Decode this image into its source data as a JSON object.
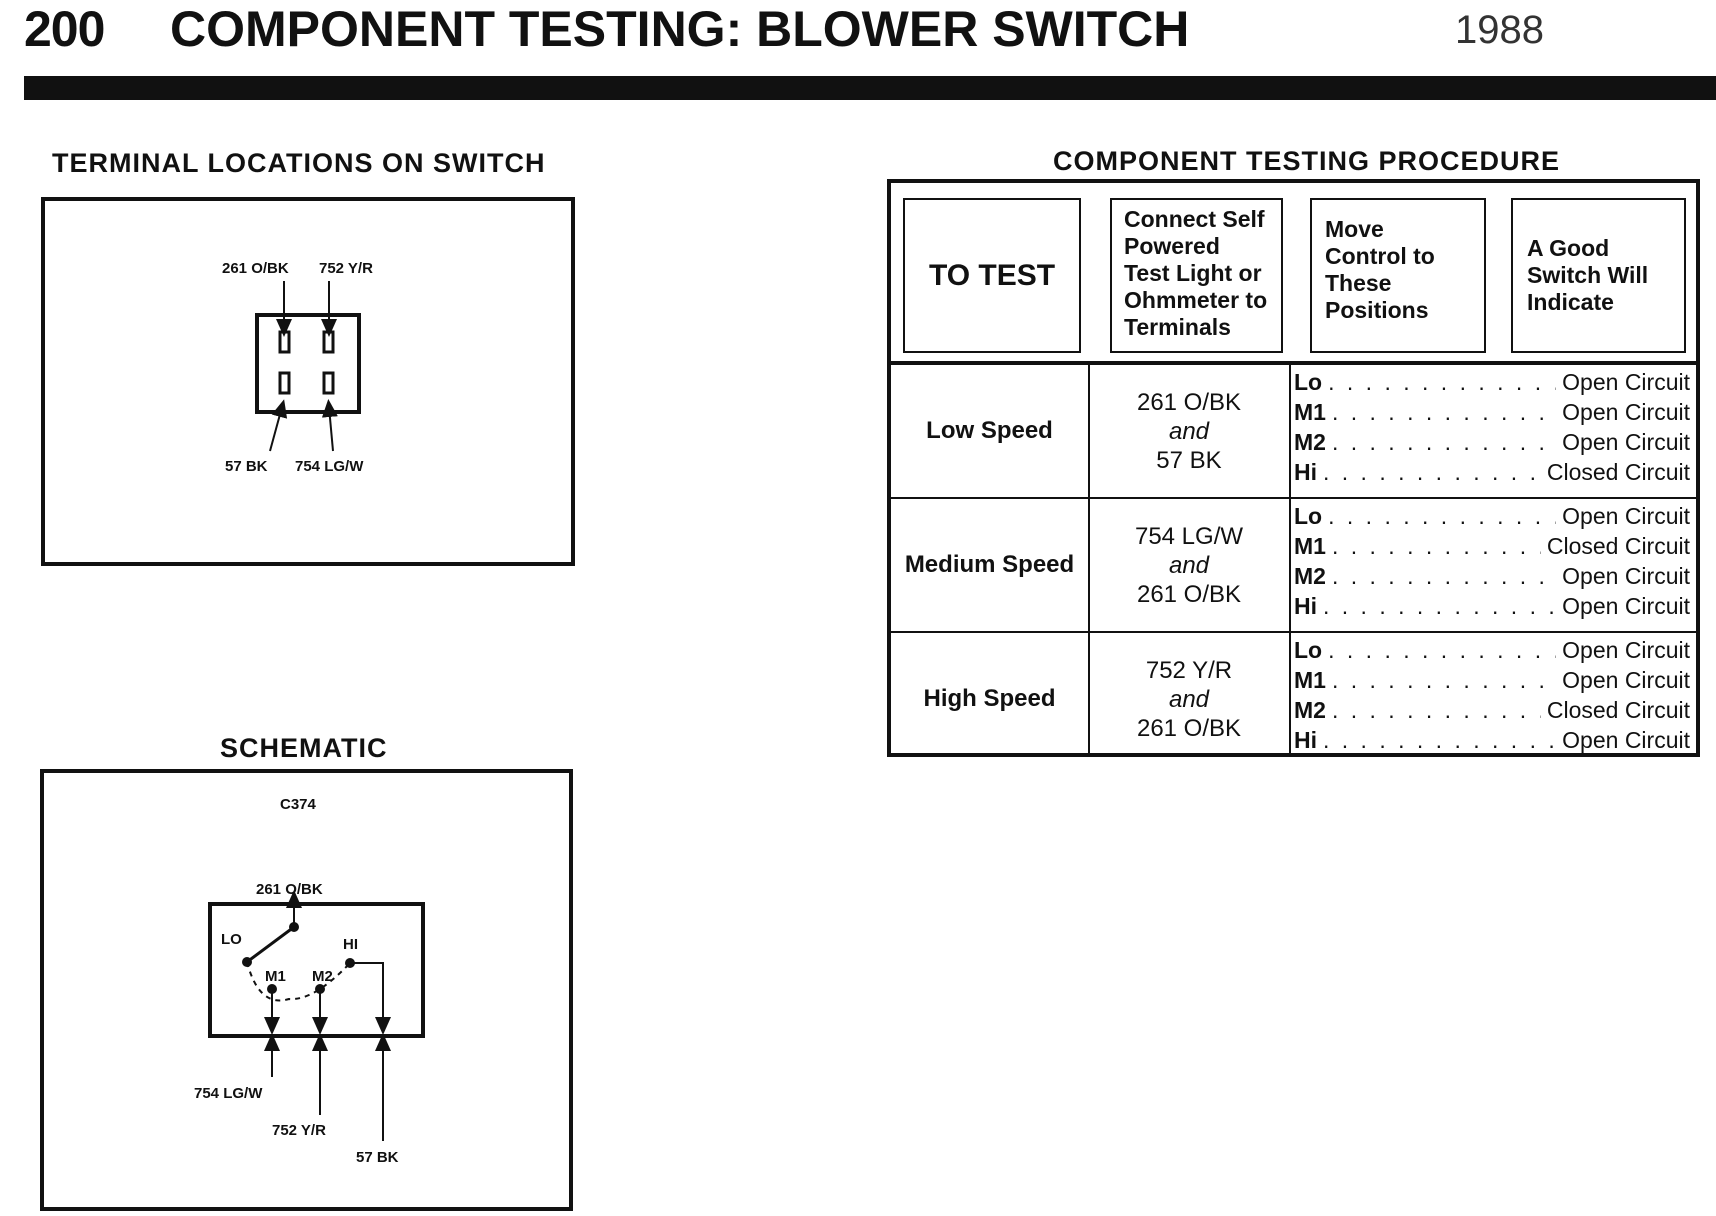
{
  "header": {
    "page_number": "200",
    "title": "COMPONENT TESTING: BLOWER SWITCH",
    "year": "1988"
  },
  "terminal_locations": {
    "title": "TERMINAL LOCATIONS ON SWITCH",
    "labels": {
      "top_left": "261 O/BK",
      "top_right": "752 Y/R",
      "bottom_left": "57 BK",
      "bottom_right": "754 LG/W"
    }
  },
  "schematic": {
    "title": "SCHEMATIC",
    "connector": "C374",
    "input": "261 O/BK",
    "positions": [
      "LO",
      "M1",
      "M2",
      "HI"
    ],
    "outputs": [
      "754 LG/W",
      "752 Y/R",
      "57 BK"
    ]
  },
  "procedure": {
    "title": "COMPONENT TESTING PROCEDURE",
    "headers": [
      "TO TEST",
      "Connect Self Powered Test Light or Ohmmeter to Terminals",
      "Move Control to These Positions",
      "A Good Switch Will Indicate"
    ],
    "rows": [
      {
        "test": "Low Speed",
        "terminals": [
          "261 O/BK",
          "and",
          "57 BK"
        ],
        "positions": [
          {
            "name": "Lo",
            "result": "Open Circuit"
          },
          {
            "name": "M1",
            "result": "Open Circuit"
          },
          {
            "name": "M2",
            "result": "Open Circuit"
          },
          {
            "name": "Hi",
            "result": "Closed Circuit"
          }
        ]
      },
      {
        "test": "Medium Speed",
        "terminals": [
          "754 LG/W",
          "and",
          "261 O/BK"
        ],
        "positions": [
          {
            "name": "Lo",
            "result": "Open Circuit"
          },
          {
            "name": "M1",
            "result": "Closed Circuit"
          },
          {
            "name": "M2",
            "result": "Open Circuit"
          },
          {
            "name": "Hi",
            "result": "Open Circuit"
          }
        ]
      },
      {
        "test": "High Speed",
        "terminals": [
          "752 Y/R",
          "and",
          "261 O/BK"
        ],
        "positions": [
          {
            "name": "Lo",
            "result": "Open Circuit"
          },
          {
            "name": "M1",
            "result": "Open Circuit"
          },
          {
            "name": "M2",
            "result": "Closed Circuit"
          },
          {
            "name": "Hi",
            "result": "Open Circuit"
          }
        ]
      }
    ]
  }
}
